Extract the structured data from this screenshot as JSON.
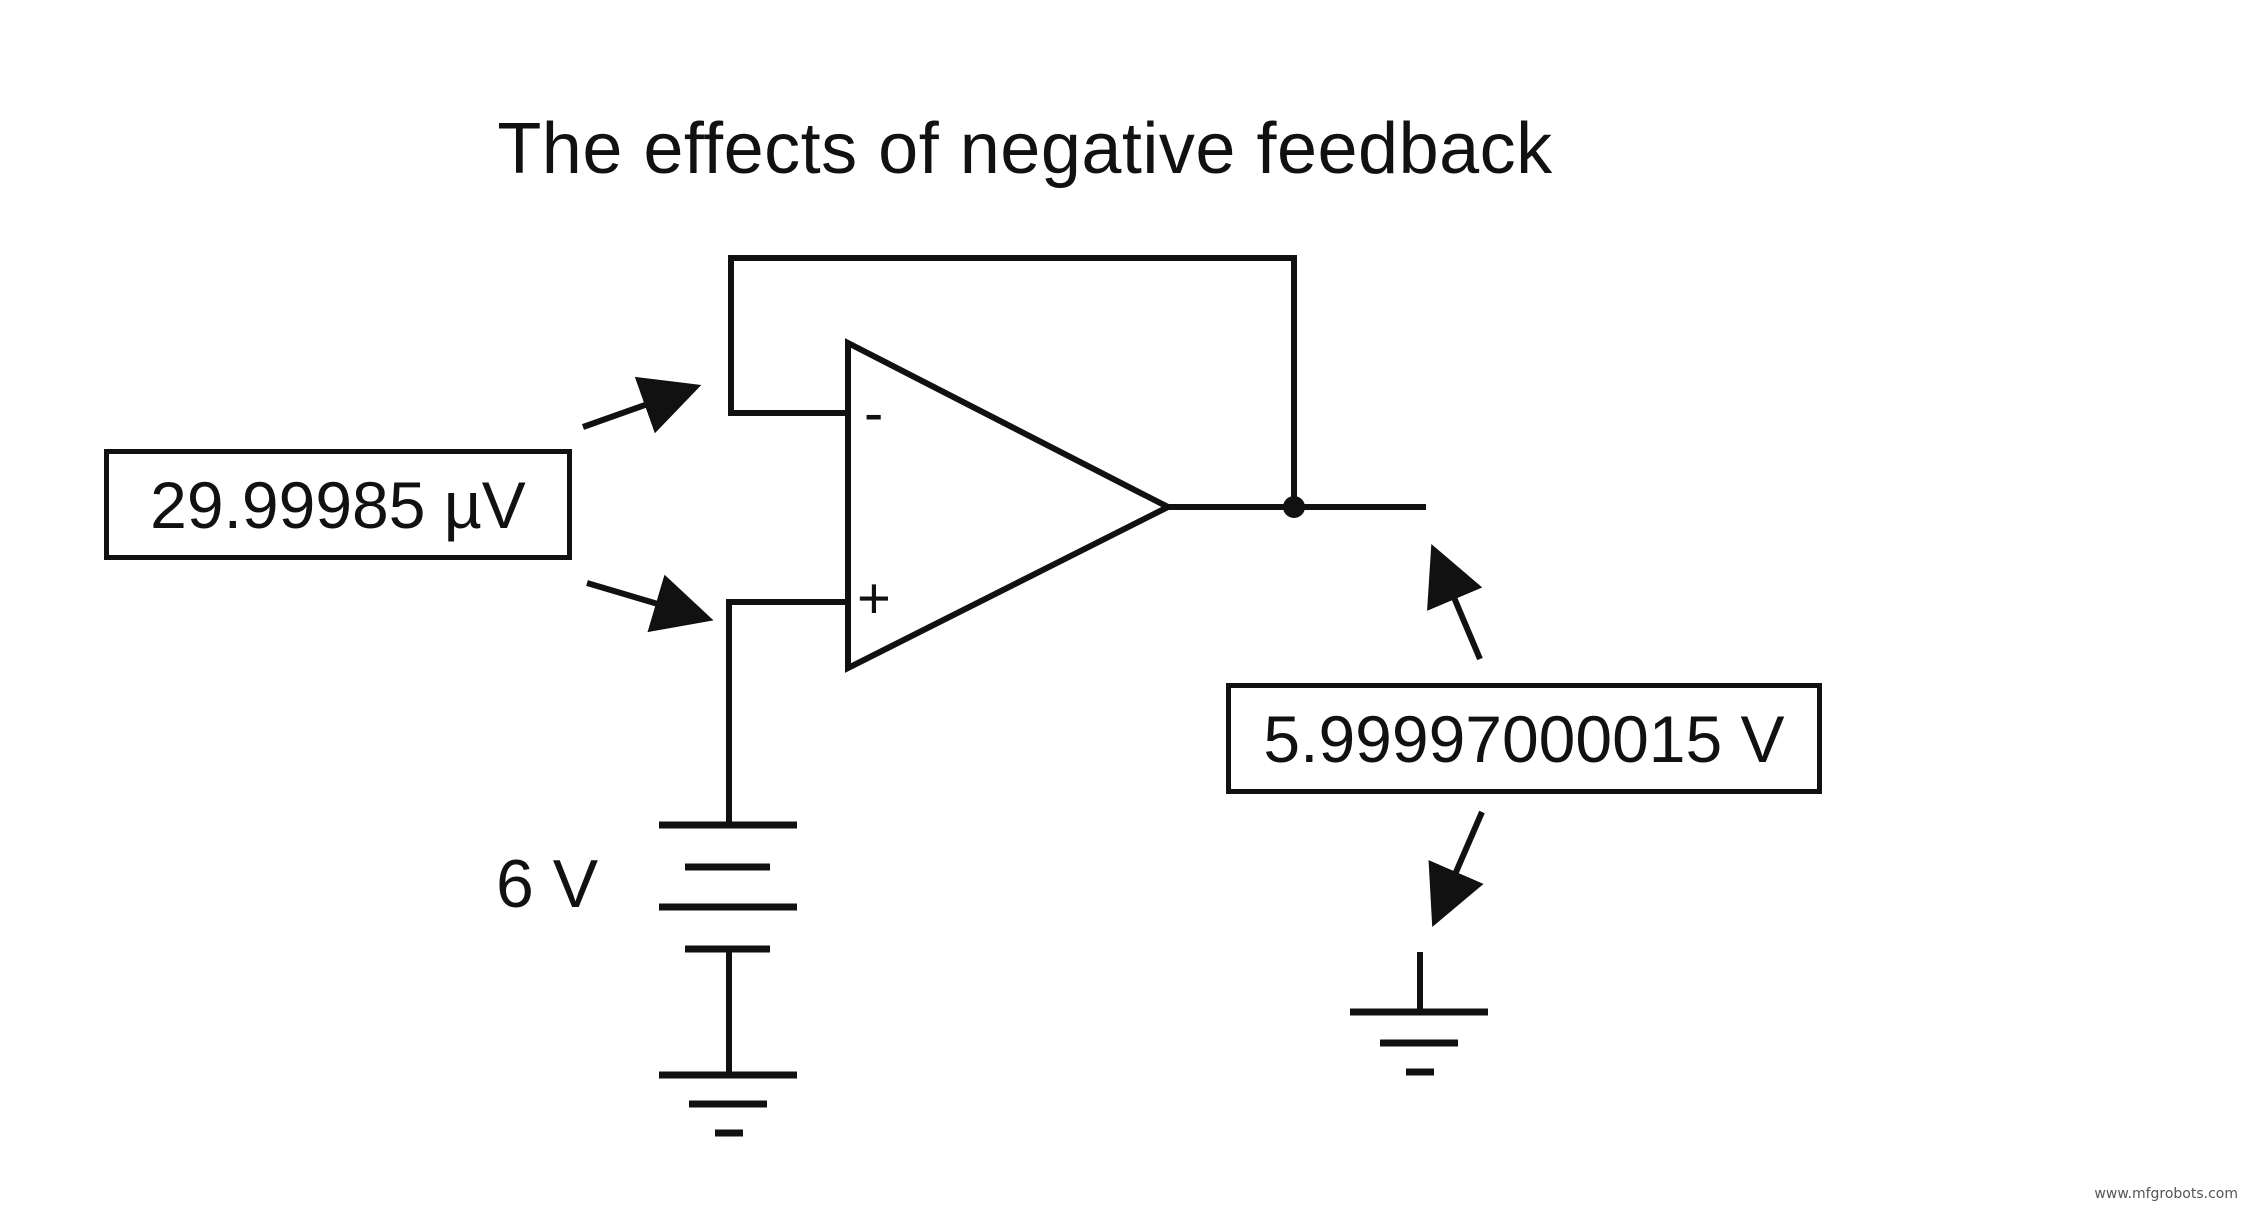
{
  "diagram": {
    "title": "The effects of negative feedback",
    "input_differential_label": "29.99985 µV",
    "output_voltage_label": "5.99997000015 V",
    "battery_label": "6 V",
    "inverting_input_symbol": "-",
    "noninverting_input_symbol": "+",
    "watermark": "www.mfgrobots.com"
  },
  "colors": {
    "line": "#111111",
    "background": "#ffffff"
  },
  "icons": {
    "amplifier": "op-amp-triangle-icon",
    "battery": "battery-icon",
    "ground": "ground-icon",
    "junction": "junction-dot-icon",
    "arrow": "arrow-icon"
  }
}
